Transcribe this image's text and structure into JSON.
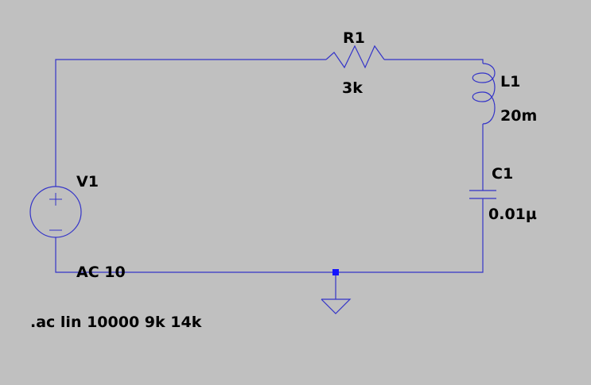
{
  "schematic": {
    "background_color": "#c0c0c0",
    "wire_color": "#3434c8",
    "junction_color": "#1414ff",
    "components": {
      "v1": {
        "name": "V1",
        "value": "AC 10",
        "icon": "voltage-source-icon"
      },
      "r1": {
        "name": "R1",
        "value": "3k",
        "icon": "resistor-icon"
      },
      "l1": {
        "name": "L1",
        "value": "20m",
        "icon": "inductor-icon"
      },
      "c1": {
        "name": "C1",
        "value": "0.01µ",
        "icon": "capacitor-icon"
      },
      "gnd": {
        "icon": "ground-icon"
      }
    },
    "directive": ".ac lin 10000 9k 14k"
  }
}
